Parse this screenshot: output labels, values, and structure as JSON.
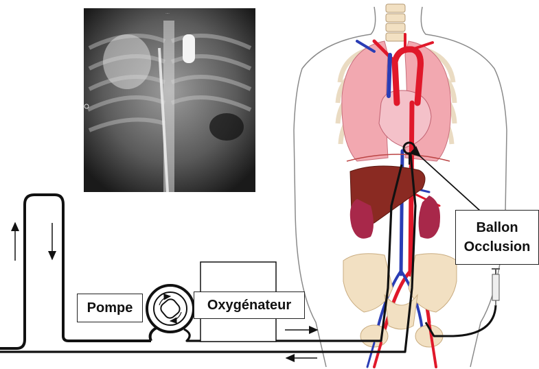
{
  "labels": {
    "pump": "Pompe",
    "oxygenator": "Oxygénateur",
    "balloon_line1": "Ballon",
    "balloon_line2": "Occlusion"
  },
  "xray": {
    "caption": "...."
  },
  "colors": {
    "tubing": "#111111",
    "artery": "#e0182a",
    "vein": "#2a3db5",
    "lung": "#f2a8b0",
    "liver": "#8a2a22",
    "kidney": "#a8284a",
    "bone": "#f2e0c2"
  }
}
